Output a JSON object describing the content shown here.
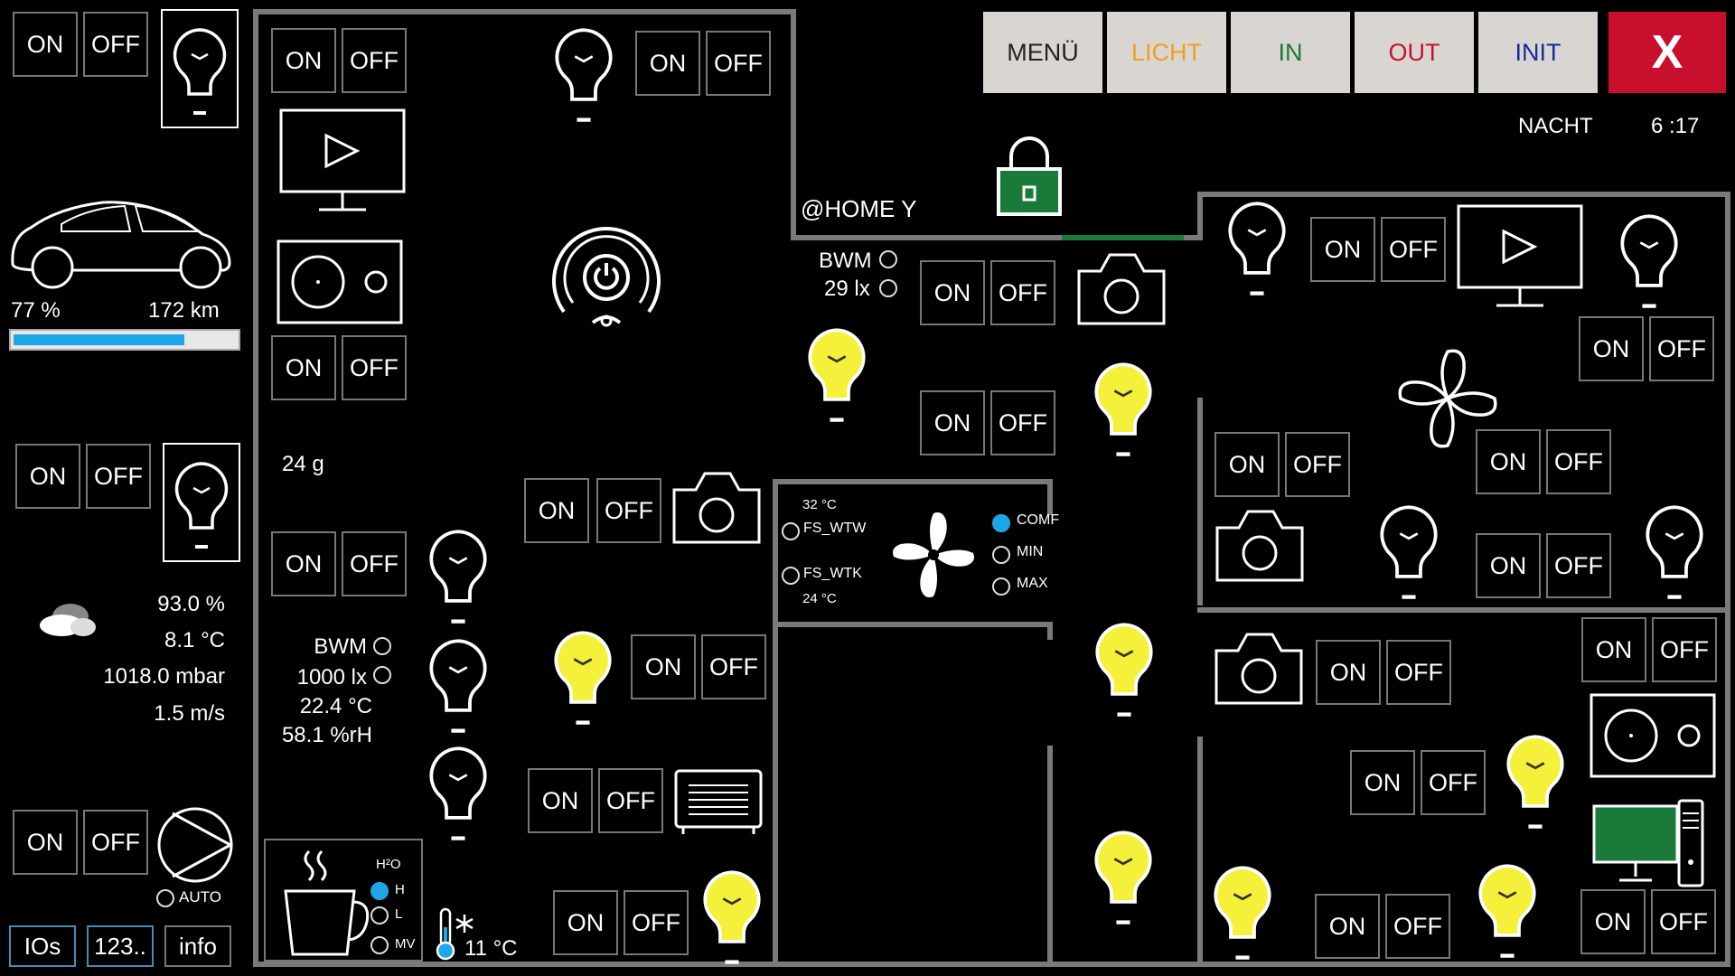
{
  "labels": {
    "on": "ON",
    "off": "OFF"
  },
  "top_menu": {
    "menu": "MENÜ",
    "licht": "LICHT",
    "in": "IN",
    "out": "OUT",
    "init": "INIT",
    "close": "X",
    "colors": {
      "licht": "#f0a020",
      "in": "#1a7a3a",
      "out": "#c8102e",
      "init": "#1a2a9a",
      "close_bg": "#c8102e"
    }
  },
  "status": {
    "mode": "NACHT",
    "time": "6 :17"
  },
  "home": {
    "label": "@HOME Y"
  },
  "car": {
    "battery_percent": "77 %",
    "range": "172 km",
    "battery_level": 0.77
  },
  "weather": {
    "humidity": "93.0 %",
    "temperature": "8.1 °C",
    "pressure": "1018.0 mbar",
    "wind": "1.5 m/s"
  },
  "sensor_left": {
    "bwm": "BWM",
    "lux": "1000 lx",
    "temp": "22.4 °C",
    "humidity": "58.1 %rH"
  },
  "sensor_mid": {
    "bwm": "BWM",
    "lux": "29 lx"
  },
  "weight": {
    "value": "24 g"
  },
  "pump": {
    "auto": "AUTO"
  },
  "coffee": {
    "h2o": "H²O",
    "h": "H",
    "l": "L",
    "mv": "MV"
  },
  "freezer": {
    "temp": "11 °C"
  },
  "ventilation": {
    "temp_top": "32 °C",
    "fs_wtw": "FS_WTW",
    "fs_wtk": "FS_WTK",
    "temp_bottom": "24 °C",
    "comf": "COMF",
    "min": "MIN",
    "max": "MAX"
  },
  "bottom_tabs": {
    "ios": "IOs",
    "numbers": "123..",
    "info": "info"
  },
  "colors": {
    "lamp_on": "#f5f03a",
    "accent": "#1ea7e8",
    "lock_green": "#1a7a3a"
  }
}
